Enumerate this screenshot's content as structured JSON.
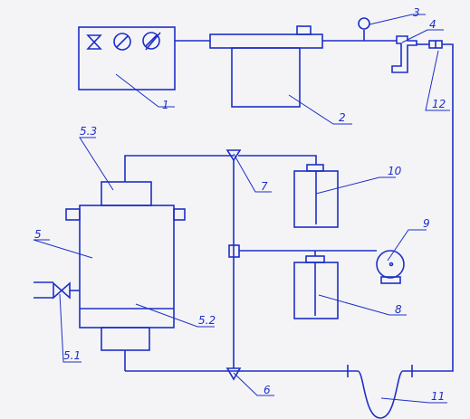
{
  "labels": {
    "l1": "1",
    "l2": "2",
    "l3": "3",
    "l4": "4",
    "l5": "5",
    "l5_1": "5.1",
    "l5_2": "5.2",
    "l5_3": "5.3",
    "l6": "6",
    "l7": "7",
    "l8": "8",
    "l9": "9",
    "l10": "10",
    "l11": "11",
    "l12": "12"
  },
  "colors": {
    "stroke": "#1c2fc8",
    "background": "#f4f4f6"
  }
}
